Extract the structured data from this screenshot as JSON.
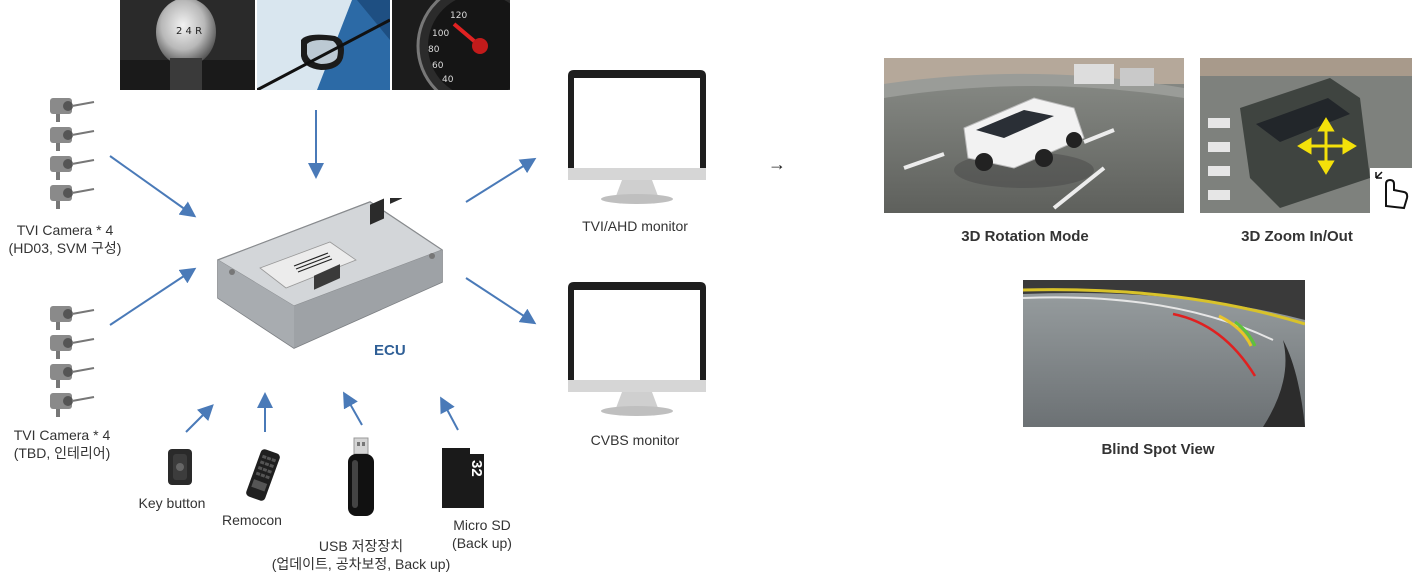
{
  "inputs": {
    "camera_group_1": {
      "line1": "TVI Camera * 4",
      "line2": "(HD03, SVM 구성)"
    },
    "camera_group_2": {
      "line1": "TVI Camera * 4",
      "line2": "(TBD, 인테리어)"
    },
    "key_button": "Key button",
    "remocon": "Remocon",
    "usb": {
      "line1": "USB 저장장치",
      "line2": "(업데이트, 공차보정, Back up)"
    },
    "micro_sd": {
      "line1": "Micro SD",
      "line2": "(Back up)",
      "card_text": "32"
    }
  },
  "ecu": {
    "label": "ECU"
  },
  "outputs": {
    "monitor_1": "TVI/AHD monitor",
    "monitor_2": "CVBS monitor"
  },
  "arrow_symbol": "→",
  "modes": {
    "rotation": "3D Rotation Mode",
    "zoom": "3D Zoom In/Out",
    "blind_spot": "Blind Spot View"
  },
  "colors": {
    "arrow": "#4a7ab8",
    "ecu_label": "#2f5f96",
    "camera": "#8a8a8a"
  }
}
